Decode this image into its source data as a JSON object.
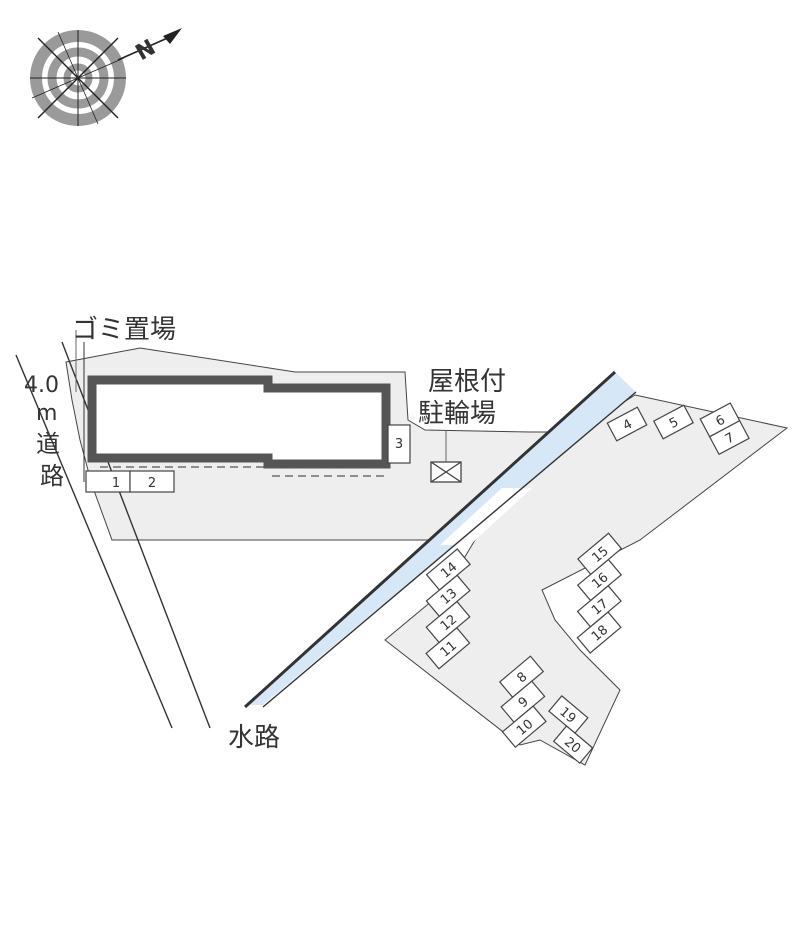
{
  "compass": {
    "north_label": "N",
    "icon": "compass-rose-icon"
  },
  "labels": {
    "garbage": "ゴミ置場",
    "road_width": "4.0",
    "road_unit": "m",
    "road_word_1": "道",
    "road_word_2": "路",
    "bike_line_1": "屋根付",
    "bike_line_2": "駐輪場",
    "waterway": "水路"
  },
  "parking": [
    "1",
    "2",
    "3",
    "4",
    "5",
    "6",
    "7",
    "8",
    "9",
    "10",
    "11",
    "12",
    "13",
    "14",
    "15",
    "16",
    "17",
    "18",
    "19",
    "20"
  ],
  "colors": {
    "lot_fill": "#eeeeee",
    "water_fill": "#d6e8f7",
    "building_outline": "#555555",
    "line": "#333333"
  }
}
